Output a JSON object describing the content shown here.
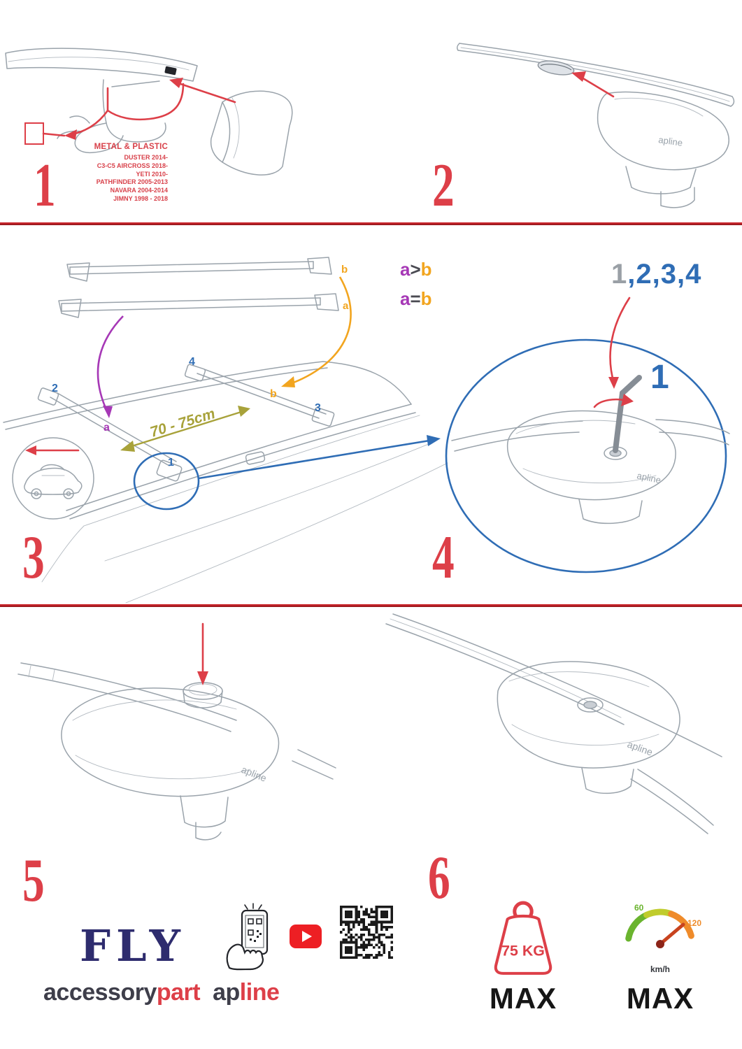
{
  "steps": {
    "s1": {
      "number": "1",
      "material": "METAL & PLASTIC",
      "models": [
        "DUSTER 2014-",
        "C3-C5 AIRCROSS 2018-",
        "YETI 2010-",
        "PATHFINDER 2005-2013",
        "NAVARA 2004-2014",
        "JIMNY 1998 - 2018"
      ]
    },
    "s2": {
      "number": "2"
    },
    "s3": {
      "number": "3",
      "bar_top_label": "b",
      "bar_bottom_label": "a",
      "rule1": {
        "a": "a",
        "op": ">",
        "b": "b"
      },
      "rule2": {
        "a": "a",
        "op": "=",
        "b": "b"
      },
      "measurement": "70 - 75cm",
      "roof_labels": {
        "p2": "2",
        "p4": "4",
        "pb": "b",
        "p3": "3",
        "pa": "a",
        "p1": "1"
      }
    },
    "s4": {
      "number": "4",
      "sequence_first": "1",
      "sequence_rest": ",2,3,4",
      "detail_number": "1"
    },
    "s5": {
      "number": "5"
    },
    "s6": {
      "number": "6"
    }
  },
  "drawing": {
    "logo": "apline"
  },
  "footer": {
    "product": "FLY",
    "brand_accessory": "accessory",
    "brand_part": "part",
    "brand_ap": "ap",
    "brand_line": "line",
    "weight_value": "75 KG",
    "weight_max": "MAX",
    "speed_low": "60",
    "speed_high": "120",
    "speed_unit": "km/h",
    "speed_max": "MAX"
  },
  "colors": {
    "red": "#dd3f48",
    "blue": "#2f6db5",
    "orange": "#f2a51f",
    "purple": "#a638b6",
    "olive": "#a8a23a",
    "navy": "#2e2c6e"
  }
}
